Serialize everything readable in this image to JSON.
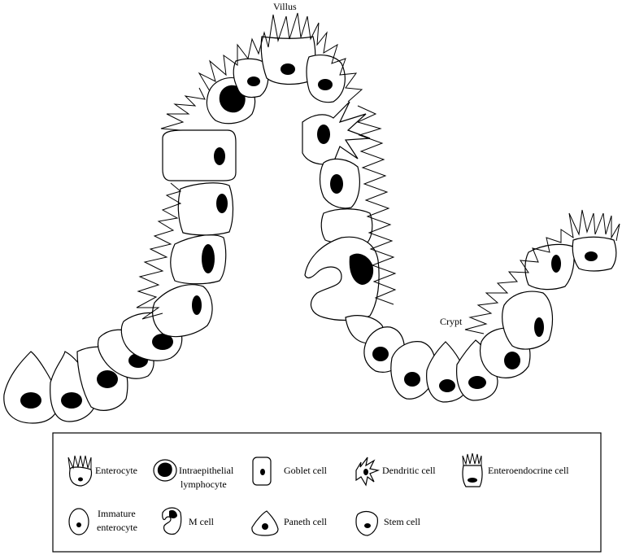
{
  "labels": {
    "villus": "Villus",
    "crypt": "Crypt"
  },
  "legend": {
    "items": [
      {
        "key": "enterocyte",
        "label": "Enterocyte",
        "icon": "enterocyte-icon"
      },
      {
        "key": "iel",
        "label_line1": "Intraepithelial",
        "label_line2": "lymphocyte",
        "icon": "lymphocyte-icon"
      },
      {
        "key": "goblet",
        "label": "Goblet cell",
        "icon": "goblet-cell-icon"
      },
      {
        "key": "dendritic",
        "label": "Dendritic cell",
        "icon": "dendritic-cell-icon"
      },
      {
        "key": "enteroendocrine",
        "label": "Enteroendocrine cell",
        "icon": "enteroendocrine-cell-icon"
      },
      {
        "key": "immature",
        "label_line1": "Immature",
        "label_line2": "enterocyte",
        "icon": "immature-enterocyte-icon"
      },
      {
        "key": "mcell",
        "label": "M cell",
        "icon": "m-cell-icon"
      },
      {
        "key": "paneth",
        "label": "Paneth cell",
        "icon": "paneth-cell-icon"
      },
      {
        "key": "stem",
        "label": "Stem cell",
        "icon": "stem-cell-icon"
      }
    ]
  }
}
